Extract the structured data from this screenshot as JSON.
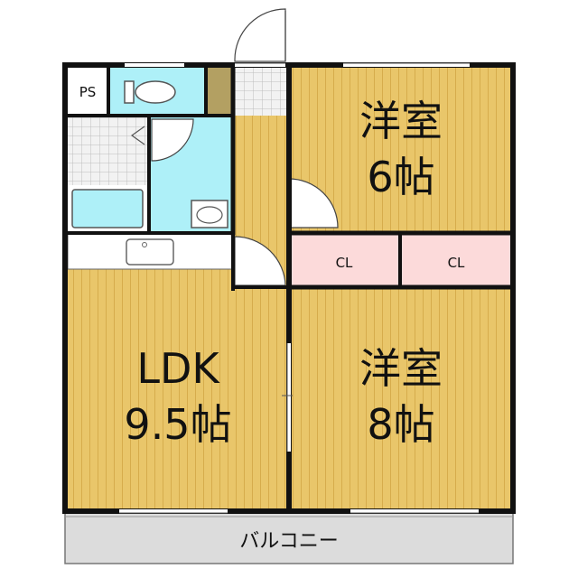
{
  "rooms": {
    "bedroom_6": {
      "name": "洋室",
      "size": "6帖"
    },
    "bedroom_8": {
      "name": "洋室",
      "size": "8帖"
    },
    "ldk": {
      "name": "LDK",
      "size": "9.5帖"
    }
  },
  "closets": {
    "left": "CL",
    "right": "CL"
  },
  "ps": "PS",
  "balcony": "バルコニー",
  "colors": {
    "floor": "#e9c66a",
    "floor_line": "#d6ac4c",
    "wet_area": "#aef0f8",
    "closet": "#fcdada",
    "balcony": "#dcdcdc",
    "wall": "#111111"
  }
}
